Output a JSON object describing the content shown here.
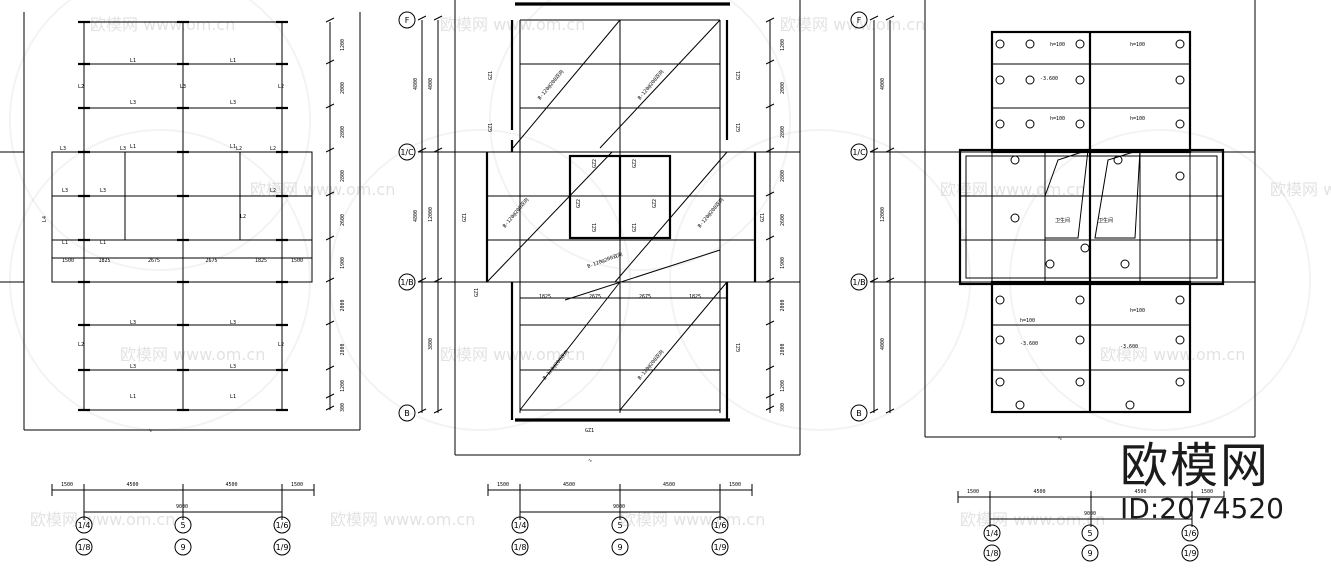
{
  "watermark": {
    "brand": "欧模网",
    "site": "www.om.cn",
    "id_label": "ID:2074520"
  },
  "plan1": {
    "beams_upper": [
      "L1",
      "L1",
      "L2",
      "L2",
      "L3",
      "L3",
      "L3",
      "L1",
      "L1"
    ],
    "beams_mid": [
      "L3",
      "L3",
      "L2",
      "L2",
      "L3",
      "L3",
      "L2",
      "L2",
      "L1",
      "L1"
    ],
    "beams_lower": [
      "L3",
      "L3",
      "L2",
      "L2",
      "L3",
      "L3",
      "L1",
      "L1"
    ],
    "left_label": "L4",
    "dims_right": [
      "1200",
      "2000",
      "2800",
      "2800",
      "2600",
      "1900",
      "2000",
      "2800",
      "1200",
      "300"
    ],
    "dims_mid": [
      "1500",
      "1825",
      "2675",
      "2675",
      "1825",
      "1500"
    ]
  },
  "plan2": {
    "axis_top": "F",
    "axis_1c": "1/C",
    "axis_1b": "1/B",
    "axis_bottom": "B",
    "dims_left": [
      "4000",
      "12000",
      "4000",
      "3800"
    ],
    "dims_left_inner": [
      "4800",
      "4800"
    ],
    "dims_right": [
      "1200",
      "2000",
      "2800",
      "2800",
      "2600",
      "1900",
      "2000",
      "2800",
      "1200",
      "300"
    ],
    "dims_mid": [
      "1825",
      "2675",
      "2675",
      "1825"
    ],
    "stair_text": [
      "B-120@200双向",
      "B-120@200双向",
      "B-120@200双向",
      "B-120@200双向",
      "B-120@200双向",
      "B-120@200双向",
      "B-120@200双向"
    ],
    "marks": [
      "GZ1",
      "GZ1",
      "GZ1",
      "GZ1",
      "GZ2",
      "GZ2",
      "GZ2",
      "GZ2",
      "GZ1",
      "GZ1",
      "GZ1",
      "GZ1",
      "GZ1",
      "GZ1"
    ]
  },
  "plan3": {
    "axis_top": "F",
    "axis_1c": "1/C",
    "axis_1b": "1/B",
    "axis_bottom": "B",
    "dims_left": [
      "4000",
      "12000",
      "4000"
    ],
    "room_labels": [
      "h=100",
      "h=100",
      "h=100",
      "h=100",
      "卫生间",
      "卫生间",
      "h=100",
      "h=100"
    ],
    "level_labels": [
      "-3.600",
      "-3.600",
      "-3.600"
    ]
  },
  "bottom_dims": {
    "a": [
      "1500",
      "4500",
      "4500",
      "1500"
    ],
    "total": "9000",
    "b": [
      "1500",
      "4500",
      "4500",
      "1500"
    ],
    "total_b": "9000",
    "c": [
      "1500",
      "4500",
      "4500",
      "1500"
    ],
    "total_c": "9000"
  },
  "axes_bottom": {
    "row1": [
      "1/4",
      "5",
      "1/6"
    ],
    "row2": [
      "1/8",
      "9",
      "1/9"
    ]
  }
}
